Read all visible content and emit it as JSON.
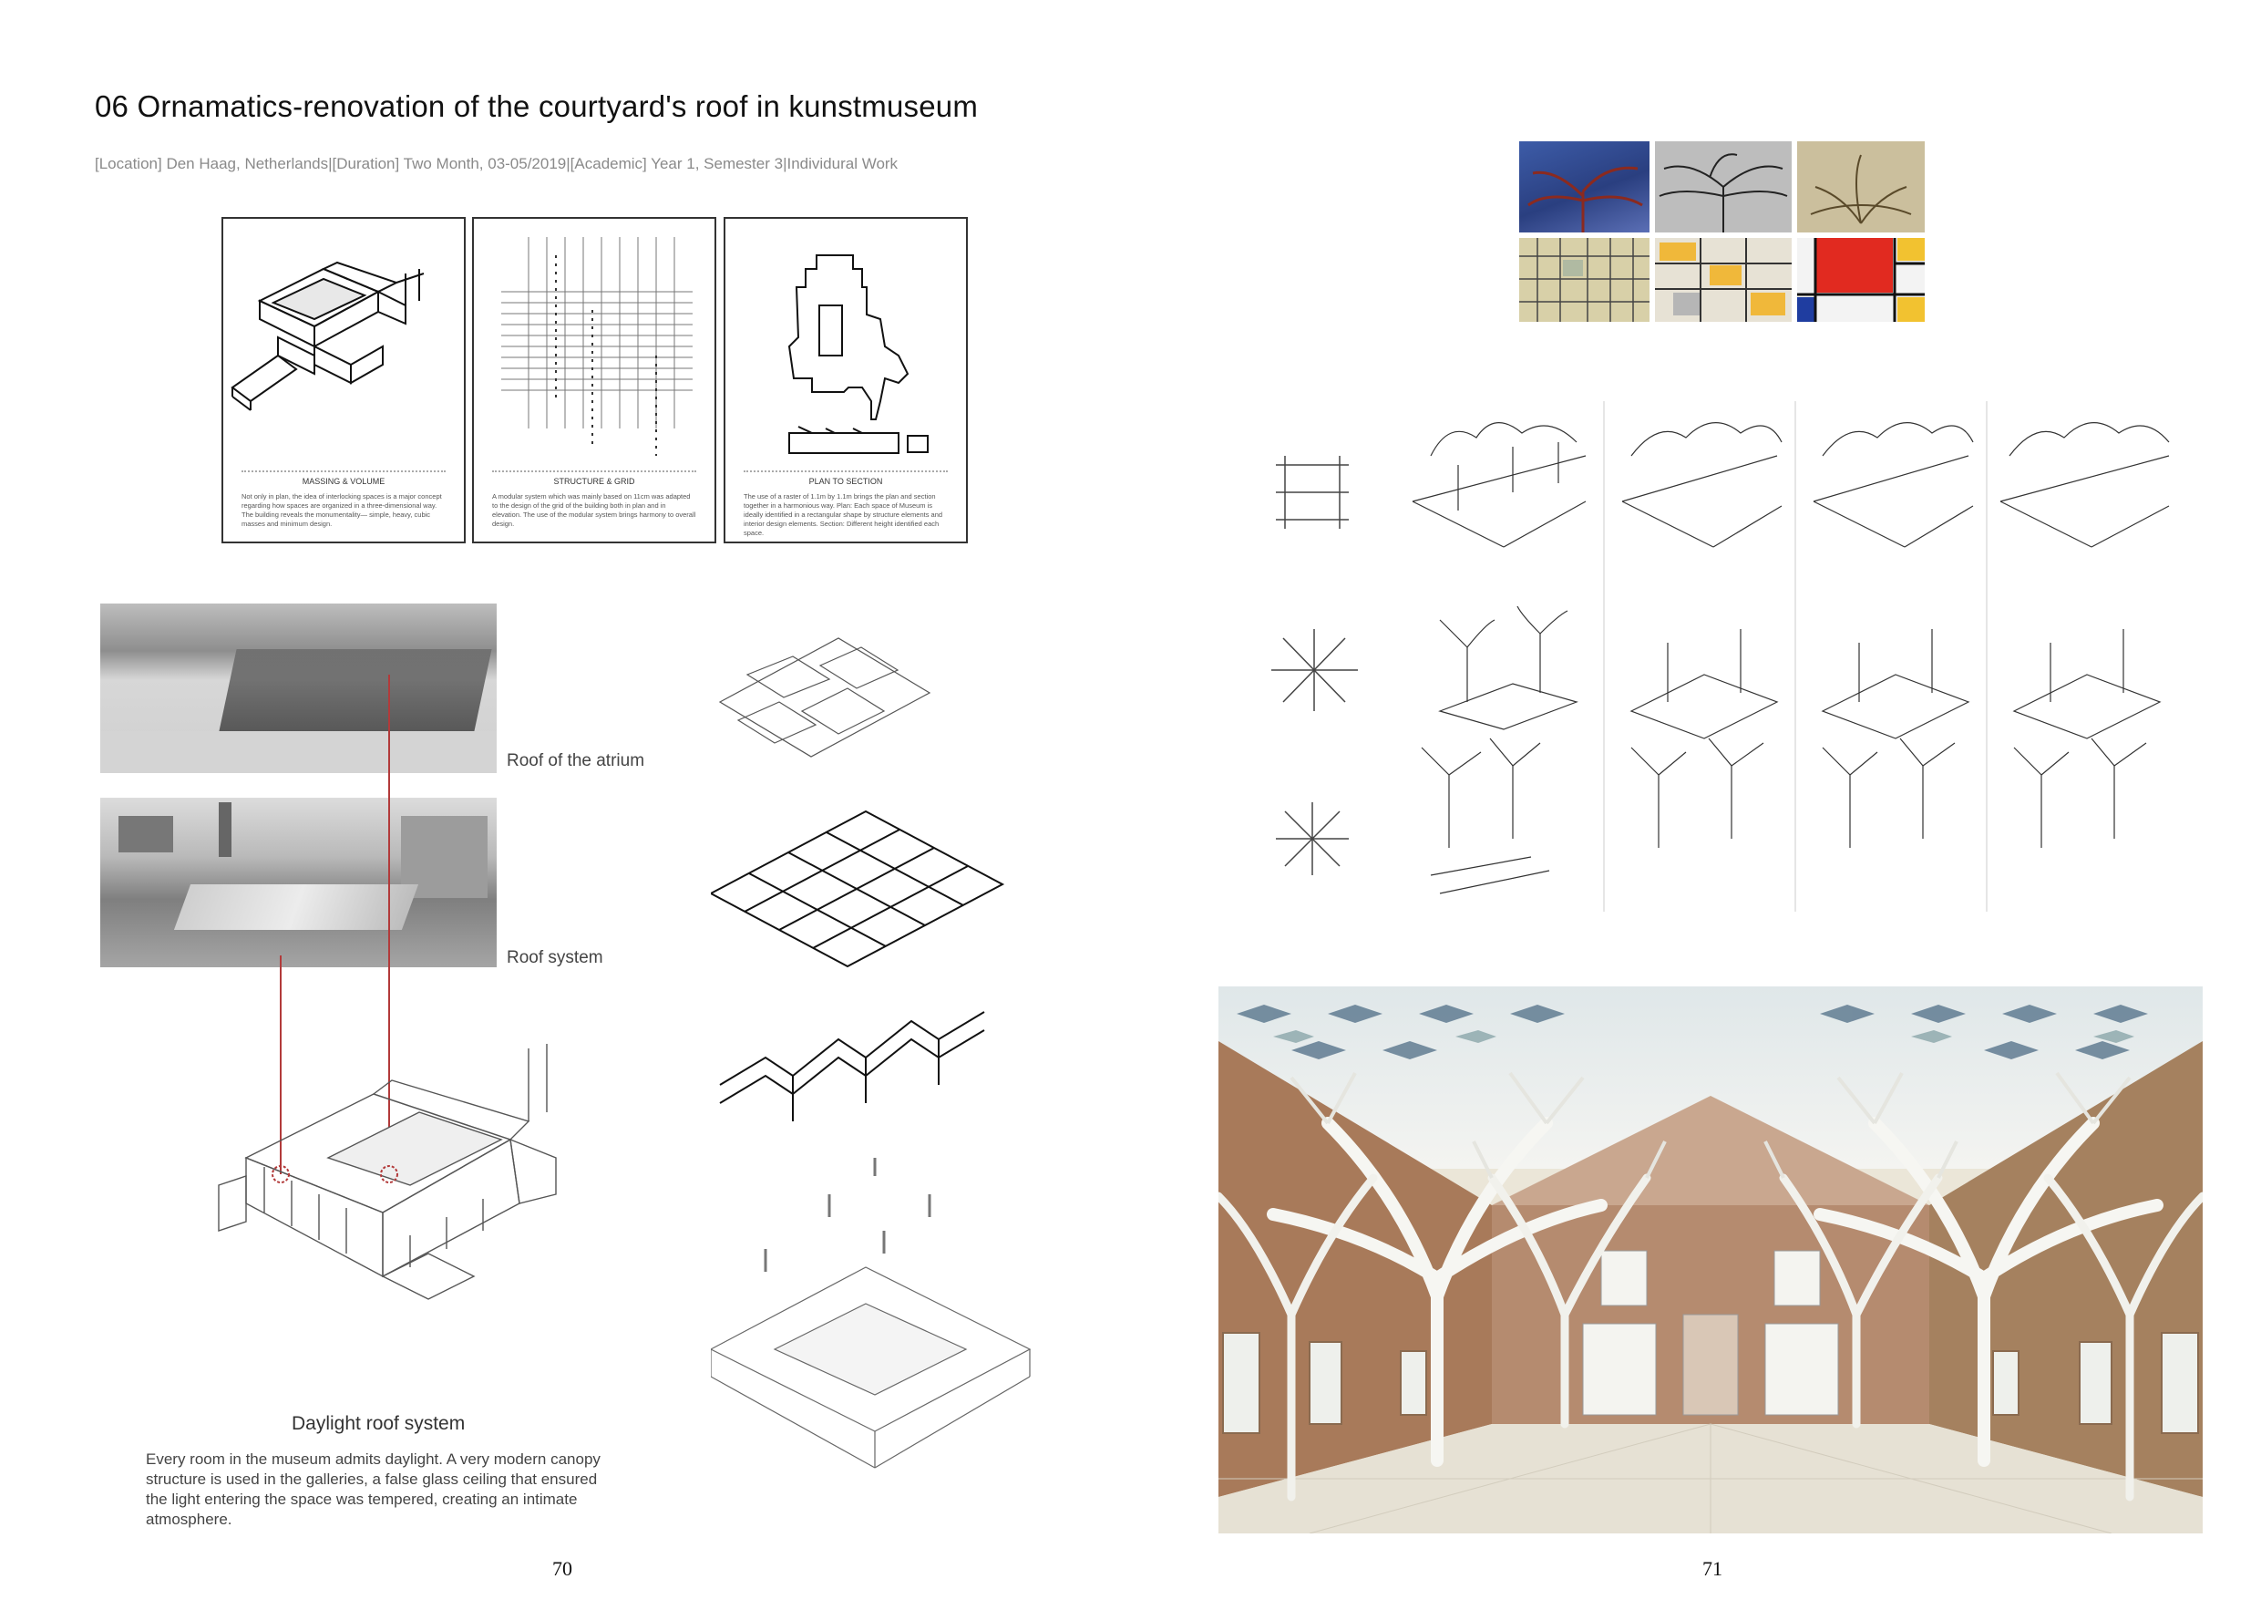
{
  "header": {
    "title": "06  Ornamatics-renovation of the courtyard's roof in kunstmuseum",
    "meta": "[Location] Den Haag, Netherlands|[Duration] Two Month, 03-05/2019|[Academic] Year 1, Semester 3|Individural Work"
  },
  "panels": [
    {
      "title": "MASSING & VOLUME",
      "text": "Not only in plan, the idea of interlocking spaces is a major concept regarding how spaces are organized in a three-dimensional way. The building reveals the monumentality— simple, heavy, cubic masses and minimum design."
    },
    {
      "title": "STRUCTURE & GRID",
      "text": "A modular system which was mainly based on 11cm was adapted to the design of the grid of the building both in plan and in elevation. The use of the modular system brings harmony to overall design."
    },
    {
      "title": "PLAN TO SECTION",
      "text": "The use of a raster of 1.1m by 1.1m brings the plan and section together in a harmonious way. Plan: Each space of Museum is ideally identified in a rectangular shape by structure elements and interior design elements. Section: Different height identified each space."
    }
  ],
  "photos": {
    "roof_atrium_label": "Roof of the atrium",
    "roof_system_label": "Roof system"
  },
  "daylight": {
    "heading": "Daylight roof system",
    "text": "Every room in the museum admits daylight. A very modern canopy structure is used in the galleries, a false glass ceiling that ensured the light entering the space was tempered, creating an intimate atmosphere."
  },
  "pages": {
    "left": "70",
    "right": "71"
  }
}
